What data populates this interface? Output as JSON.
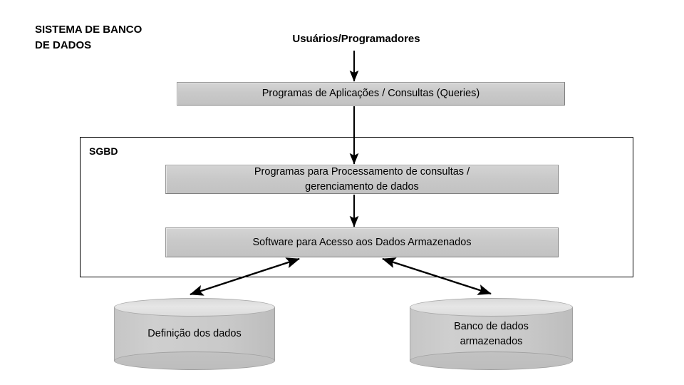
{
  "diagram": {
    "title": "SISTEMA DE BANCO\nDE DADOS",
    "top_label": "Usuários/Programadores",
    "frame_label": "SGBD",
    "boxes": [
      {
        "id": "box-apps",
        "label": "Programas de Aplicações / Consultas (Queries)"
      },
      {
        "id": "box-queryproc",
        "label": "Programas para Processamento de consultas /\ngerenciamento de dados"
      },
      {
        "id": "box-storage",
        "label": "Software para Acesso aos Dados Armazenados"
      }
    ],
    "cylinders": [
      {
        "id": "cyl-def",
        "label": "Definição dos dados"
      },
      {
        "id": "cyl-store",
        "label": "Banco de dados\narmazenados"
      }
    ],
    "connectors": [
      {
        "from": "top_label",
        "to": "box-apps",
        "direction": "down",
        "heads": 1
      },
      {
        "from": "box-apps",
        "to": "box-queryproc",
        "direction": "down",
        "heads": 1
      },
      {
        "from": "box-queryproc",
        "to": "box-storage",
        "direction": "down",
        "heads": 1
      },
      {
        "from": "box-storage",
        "to": "cyl-def",
        "direction": "bidirectional",
        "heads": 2
      },
      {
        "from": "box-storage",
        "to": "cyl-store",
        "direction": "bidirectional",
        "heads": 2
      }
    ],
    "colors": {
      "background": "#ffffff",
      "box_fill": "#c9c9c9",
      "box_border": "#9a9a9a",
      "cylinder_body": "#c9c9c9",
      "cylinder_top": "#e0e0e0",
      "line": "#000000",
      "text": "#000000"
    }
  }
}
